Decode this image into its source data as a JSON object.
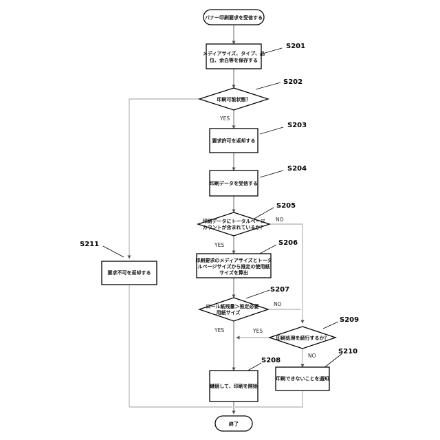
{
  "nodes": {
    "start": "バナー印刷要求を受信する",
    "s201": [
      "メディアサイズ、タイプ、品",
      "位、余白等を保存する"
    ],
    "s202": "印刷可能状態？",
    "s203": "要求許可を返却する",
    "s204": "印刷データを受信する",
    "s205": [
      "印刷データにトータルページ",
      "カウントが含まれているか？"
    ],
    "s206": [
      "印刷要求のメディアサイズとトータ",
      "ルページサイズから推定の使用紙",
      "サイズを算出"
    ],
    "s207": [
      "ロール紙残量＞推定必要",
      "用紙サイズ"
    ],
    "s208": "継続して、印刷を開始",
    "s209": "印刷処理を続行するか？",
    "s210": "印刷できないことを通知",
    "s211": "要求不可を返却する",
    "end": "終了"
  },
  "step_labels": {
    "s201": "S201",
    "s202": "S202",
    "s203": "S203",
    "s204": "S204",
    "s205": "S205",
    "s206": "S206",
    "s207": "S207",
    "s208": "S208",
    "s209": "S209",
    "s210": "S210",
    "s211": "S211"
  },
  "branch_labels": {
    "s202_yes": "YES",
    "s205_yes": "YES",
    "s205_no": "NO",
    "s207_yes": "YES",
    "s207_no": "NO",
    "s209_yes": "YES",
    "s209_no": "NO"
  }
}
